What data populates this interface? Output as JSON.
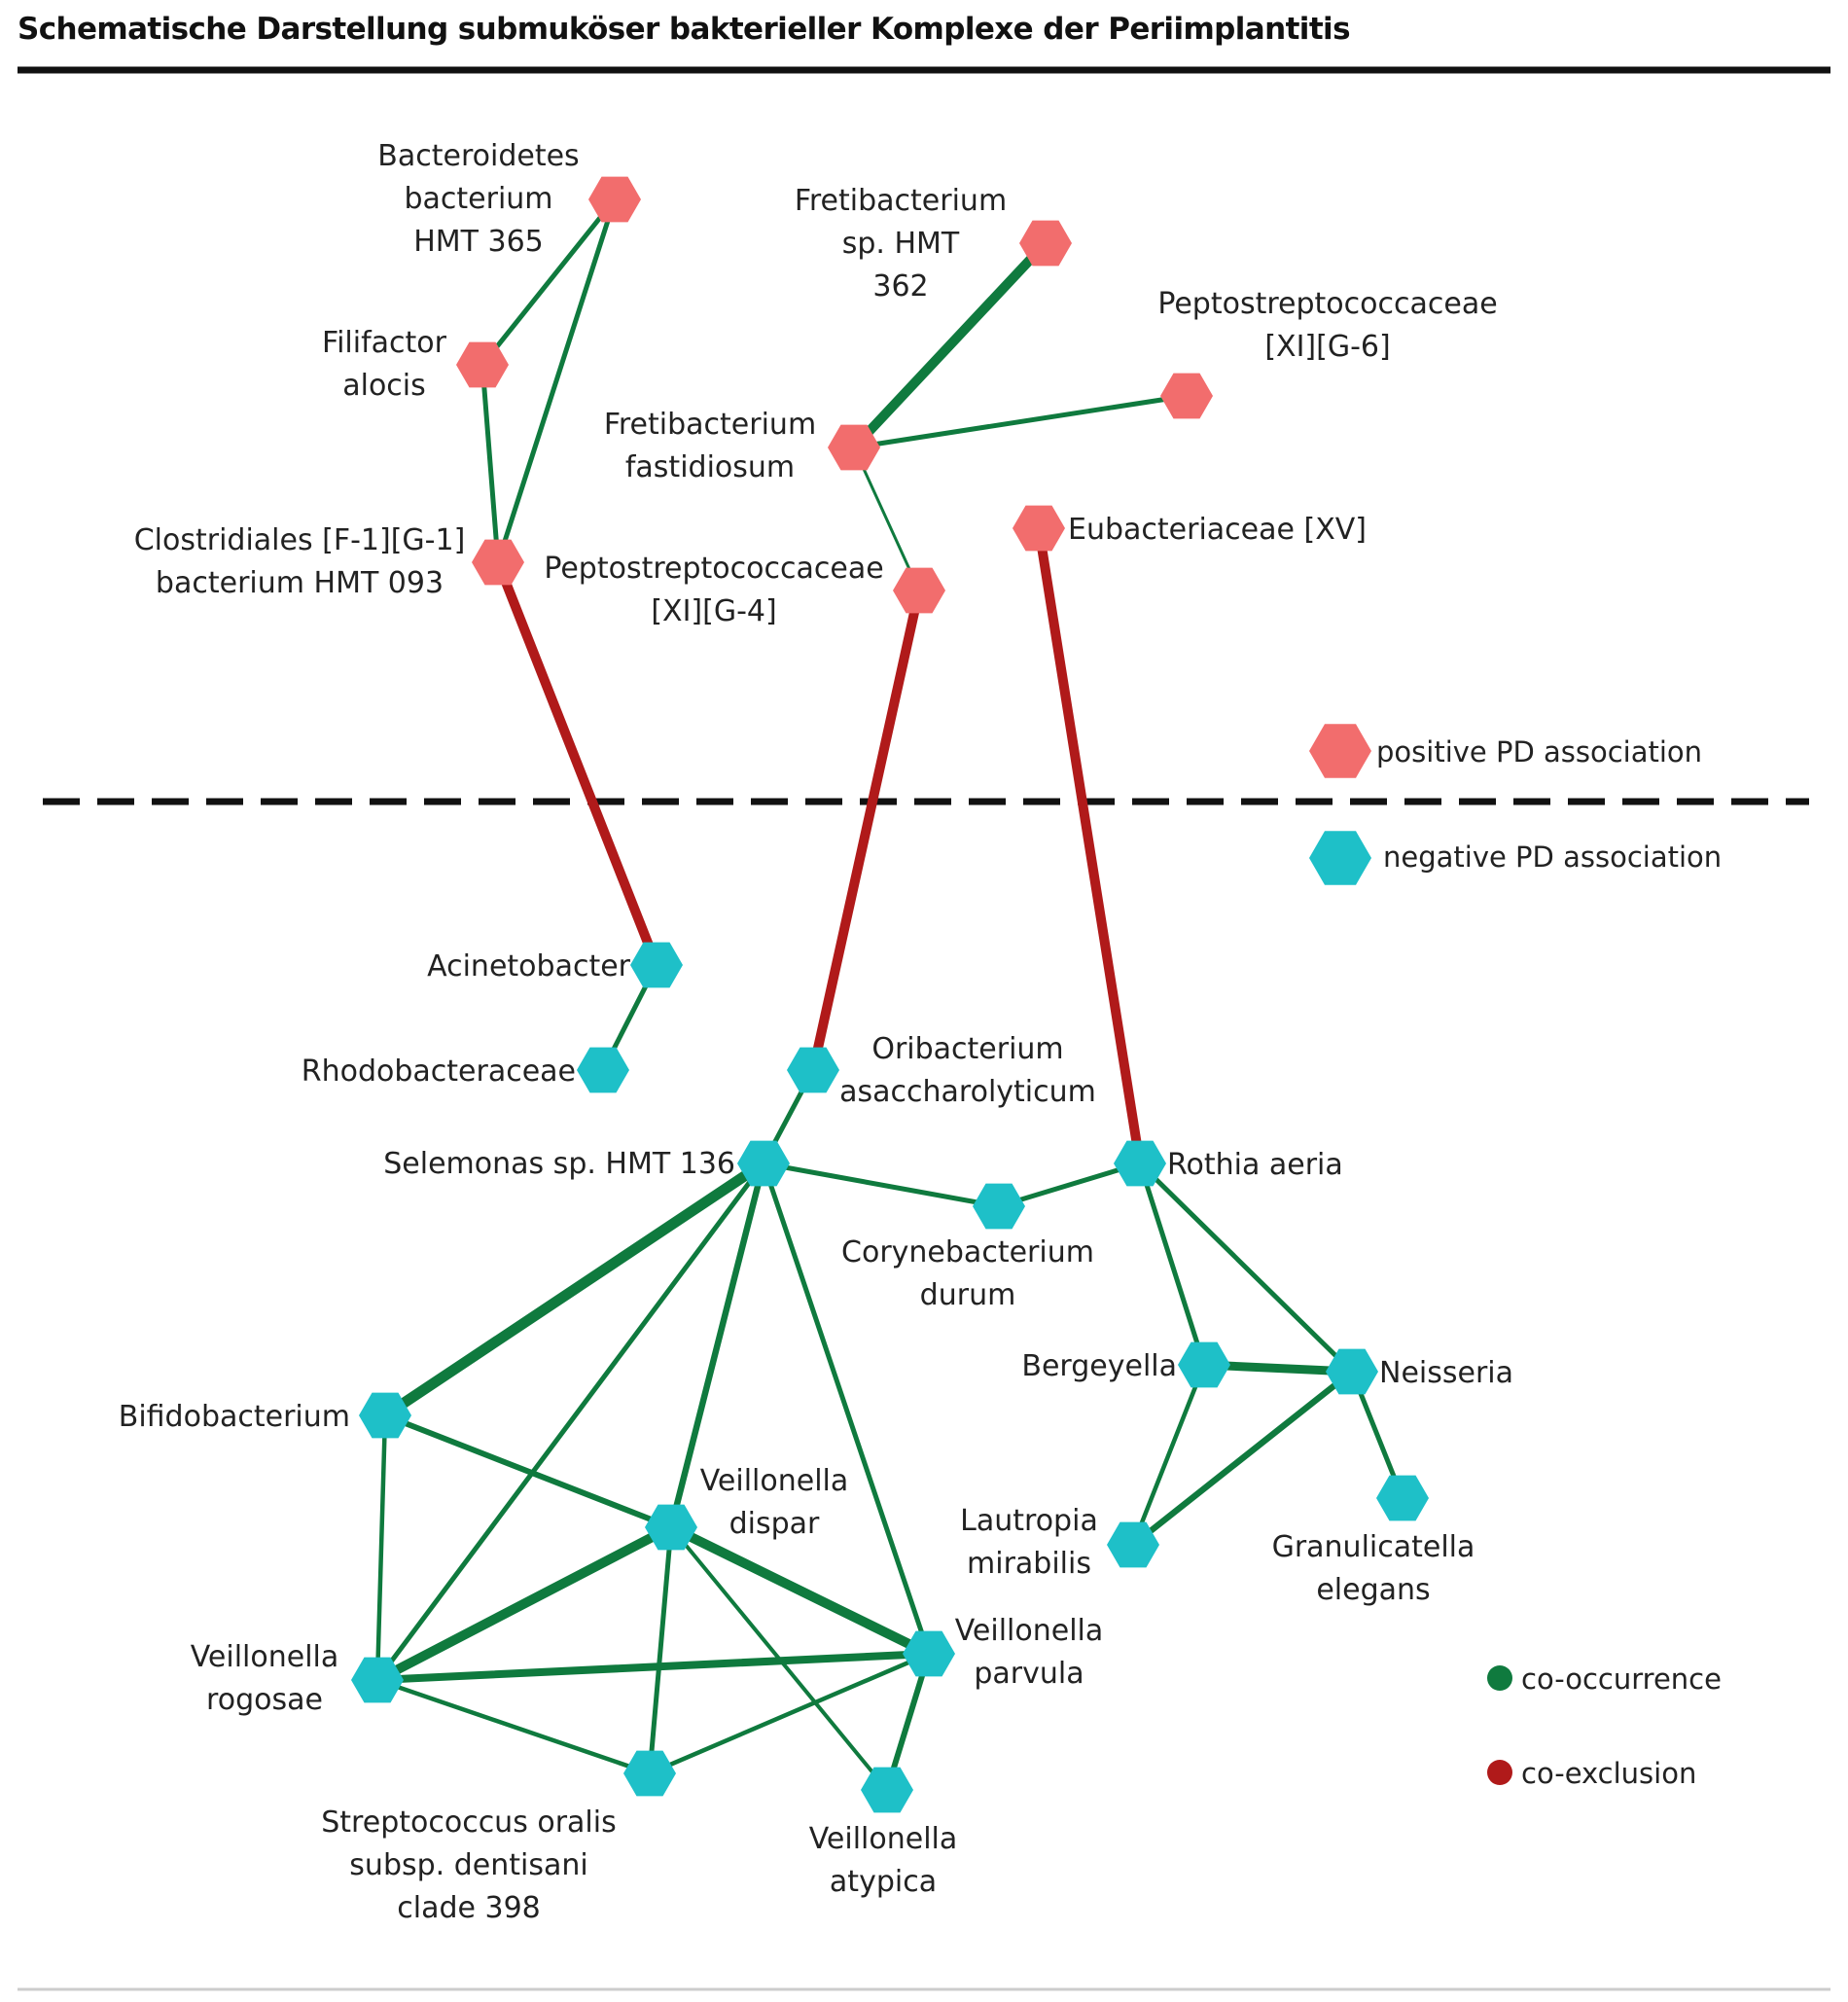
{
  "title": "Schematische Darstellung submuköser bakterieller Komplexe der Periimplantitis",
  "colors": {
    "positive_node": "#f26d6d",
    "negative_node": "#1ec0c8",
    "co_occurrence": "#0f7a3e",
    "co_exclusion": "#b01a1a",
    "rule": "#111111"
  },
  "legend": {
    "positive": "positive PD association",
    "negative": "negative PD association",
    "co_occurrence": "co-occurrence",
    "co_exclusion": "co-exclusion"
  },
  "nodes": [
    {
      "id": "bact365",
      "group": "positive",
      "label": [
        "Bacteroidetes",
        "bacterium",
        "HMT 365"
      ]
    },
    {
      "id": "filifactor",
      "group": "positive",
      "label": [
        "Filifactor",
        "alocis"
      ]
    },
    {
      "id": "clostridiales",
      "group": "positive",
      "label": [
        "Clostridiales [F-1][G-1]",
        "bacterium HMT 093"
      ]
    },
    {
      "id": "freti362",
      "group": "positive",
      "label": [
        "Fretibacterium",
        "sp. HMT",
        "362"
      ]
    },
    {
      "id": "fretifast",
      "group": "positive",
      "label": [
        "Fretibacterium",
        "fastidiosum"
      ]
    },
    {
      "id": "pepto6",
      "group": "positive",
      "label": [
        "Peptostreptococcaceae",
        "[XI][G-6]"
      ]
    },
    {
      "id": "pepto4",
      "group": "positive",
      "label": [
        "Peptostreptococcaceae",
        "[XI][G-4]"
      ]
    },
    {
      "id": "eubact",
      "group": "positive",
      "label": [
        "Eubacteriaceae [XV]"
      ]
    },
    {
      "id": "acineto",
      "group": "negative",
      "label": [
        "Acinetobacter"
      ]
    },
    {
      "id": "rhodo",
      "group": "negative",
      "label": [
        "Rhodobacteraceae"
      ]
    },
    {
      "id": "oribact",
      "group": "negative",
      "label": [
        "Oribacterium",
        "asaccharolyticum"
      ]
    },
    {
      "id": "selemonas",
      "group": "negative",
      "label": [
        "Selemonas sp. HMT 136"
      ]
    },
    {
      "id": "coryne",
      "group": "negative",
      "label": [
        "Corynebacterium",
        "durum"
      ]
    },
    {
      "id": "rothia",
      "group": "negative",
      "label": [
        "Rothia aeria"
      ]
    },
    {
      "id": "bergeyella",
      "group": "negative",
      "label": [
        "Bergeyella"
      ]
    },
    {
      "id": "neisseria",
      "group": "negative",
      "label": [
        "Neisseria"
      ]
    },
    {
      "id": "bifido",
      "group": "negative",
      "label": [
        "Bifidobacterium"
      ]
    },
    {
      "id": "vdispar",
      "group": "negative",
      "label": [
        "Veillonella",
        "dispar"
      ]
    },
    {
      "id": "lautropia",
      "group": "negative",
      "label": [
        "Lautropia",
        "mirabilis"
      ]
    },
    {
      "id": "granuli",
      "group": "negative",
      "label": [
        "Granulicatella",
        "elegans"
      ]
    },
    {
      "id": "vrogosae",
      "group": "negative",
      "label": [
        "Veillonella",
        "rogosae"
      ]
    },
    {
      "id": "vparvula",
      "group": "negative",
      "label": [
        "Veillonella",
        "parvula"
      ]
    },
    {
      "id": "strepto",
      "group": "negative",
      "label": [
        "Streptococcus oralis",
        "subsp. dentisani",
        "clade 398"
      ]
    },
    {
      "id": "vatypica",
      "group": "negative",
      "label": [
        "Veillonella",
        "atypica"
      ]
    }
  ],
  "edges": [
    {
      "from": "bact365",
      "to": "filifactor",
      "type": "co-occurrence",
      "weight": 1
    },
    {
      "from": "bact365",
      "to": "clostridiales",
      "type": "co-occurrence",
      "weight": 1
    },
    {
      "from": "filifactor",
      "to": "clostridiales",
      "type": "co-occurrence",
      "weight": 1
    },
    {
      "from": "freti362",
      "to": "fretifast",
      "type": "co-occurrence",
      "weight": 2
    },
    {
      "from": "fretifast",
      "to": "pepto6",
      "type": "co-occurrence",
      "weight": 1
    },
    {
      "from": "fretifast",
      "to": "pepto4",
      "type": "co-occurrence",
      "weight": 0.6
    },
    {
      "from": "clostridiales",
      "to": "acineto",
      "type": "co-exclusion",
      "weight": 2
    },
    {
      "from": "pepto4",
      "to": "oribact",
      "type": "co-exclusion",
      "weight": 2
    },
    {
      "from": "eubact",
      "to": "rothia",
      "type": "co-exclusion",
      "weight": 2
    },
    {
      "from": "acineto",
      "to": "rhodo",
      "type": "co-occurrence",
      "weight": 1
    },
    {
      "from": "oribact",
      "to": "selemonas",
      "type": "co-occurrence",
      "weight": 1
    },
    {
      "from": "selemonas",
      "to": "coryne",
      "type": "co-occurrence",
      "weight": 1
    },
    {
      "from": "coryne",
      "to": "rothia",
      "type": "co-occurrence",
      "weight": 1
    },
    {
      "from": "selemonas",
      "to": "bifido",
      "type": "co-occurrence",
      "weight": 2.2
    },
    {
      "from": "selemonas",
      "to": "vrogosae",
      "type": "co-occurrence",
      "weight": 1
    },
    {
      "from": "selemonas",
      "to": "vdispar",
      "type": "co-occurrence",
      "weight": 1.3
    },
    {
      "from": "selemonas",
      "to": "vparvula",
      "type": "co-occurrence",
      "weight": 1
    },
    {
      "from": "bifido",
      "to": "vdispar",
      "type": "co-occurrence",
      "weight": 1.2
    },
    {
      "from": "bifido",
      "to": "vrogosae",
      "type": "co-occurrence",
      "weight": 0.9
    },
    {
      "from": "vdispar",
      "to": "vrogosae",
      "type": "co-occurrence",
      "weight": 2
    },
    {
      "from": "vdispar",
      "to": "vparvula",
      "type": "co-occurrence",
      "weight": 2
    },
    {
      "from": "vdispar",
      "to": "strepto",
      "type": "co-occurrence",
      "weight": 1
    },
    {
      "from": "vdispar",
      "to": "vatypica",
      "type": "co-occurrence",
      "weight": 0.8
    },
    {
      "from": "vrogosae",
      "to": "vparvula",
      "type": "co-occurrence",
      "weight": 1.6
    },
    {
      "from": "vrogosae",
      "to": "strepto",
      "type": "co-occurrence",
      "weight": 0.9
    },
    {
      "from": "strepto",
      "to": "vparvula",
      "type": "co-occurrence",
      "weight": 0.9
    },
    {
      "from": "vparvula",
      "to": "vatypica",
      "type": "co-occurrence",
      "weight": 1.2
    },
    {
      "from": "rothia",
      "to": "bergeyella",
      "type": "co-occurrence",
      "weight": 1
    },
    {
      "from": "rothia",
      "to": "neisseria",
      "type": "co-occurrence",
      "weight": 1
    },
    {
      "from": "bergeyella",
      "to": "neisseria",
      "type": "co-occurrence",
      "weight": 1.8
    },
    {
      "from": "bergeyella",
      "to": "lautropia",
      "type": "co-occurrence",
      "weight": 0.9
    },
    {
      "from": "neisseria",
      "to": "lautropia",
      "type": "co-occurrence",
      "weight": 1.3
    },
    {
      "from": "neisseria",
      "to": "granuli",
      "type": "co-occurrence",
      "weight": 1
    }
  ]
}
